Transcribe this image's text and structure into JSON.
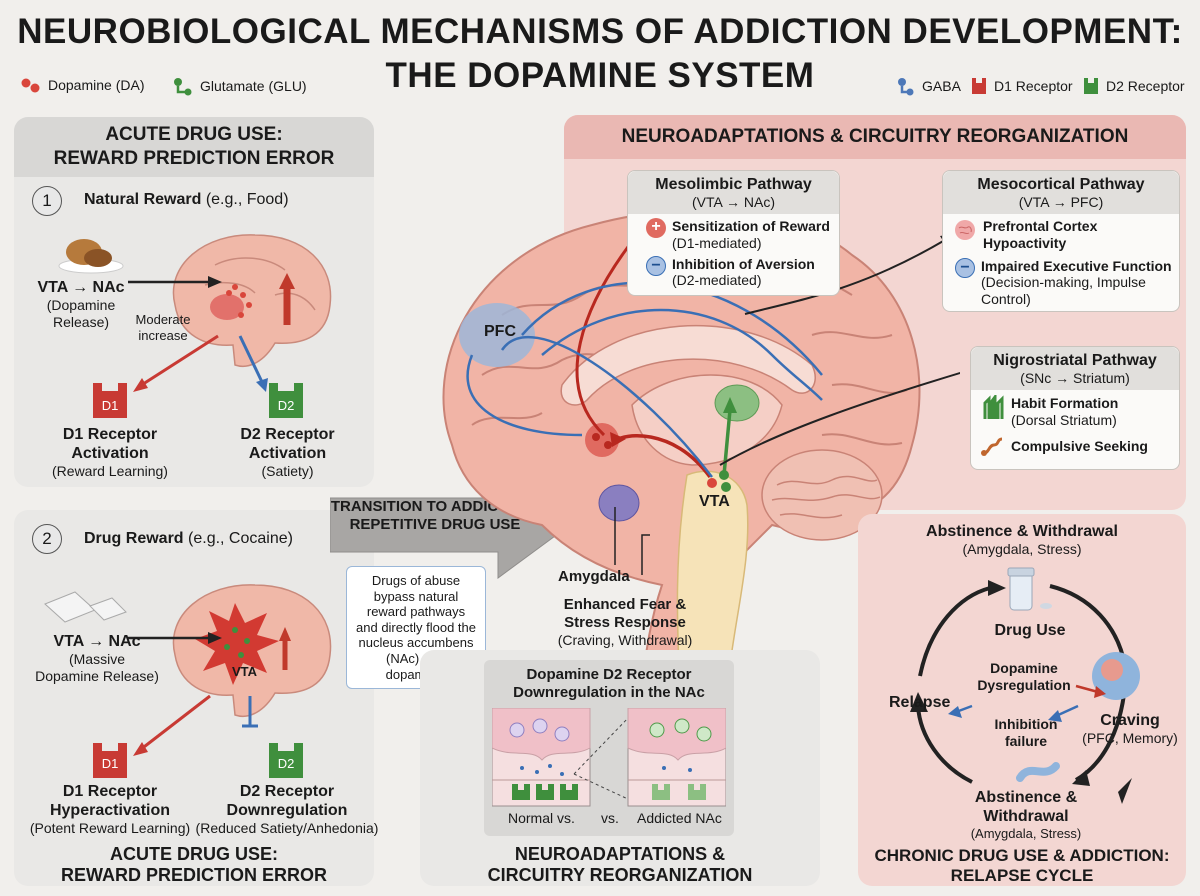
{
  "title": {
    "line1": "NEUROBIOLOGICAL MECHANISMS OF ADDICTION DEVELOPMENT:",
    "line2": "THE DOPAMINE SYSTEM"
  },
  "legend": {
    "dopamine": "Dopamine (DA)",
    "glutamate": "Glutamate (GLU)",
    "gaba": "GABA",
    "d1": "D1 Receptor",
    "d2": "D2 Receptor"
  },
  "colors": {
    "d1": "#c83a34",
    "d2": "#3f8f3d",
    "dopamine": "#d9463b",
    "gaba_blue": "#4d78b8"
  },
  "acute": {
    "header_line1": "ACUTE DRUG USE:",
    "header_line2": "REWARD PREDICTION ERROR",
    "natural": {
      "number": "1",
      "title": "Natural Reward",
      "example": " (e.g., Food)",
      "pathway": "VTA → NAc",
      "release_line1": "(Dopamine",
      "release_line2": "Release)",
      "increase_line1": "Moderate",
      "increase_line2": "increase",
      "d1_tag": "D1",
      "d2_tag": "D2",
      "d1_line1": "D1 Receptor",
      "d1_line2": "Activation",
      "d1_sub": "(Reward Learning)",
      "d2_line1": "D2 Receptor",
      "d2_line2": "Activation",
      "d2_sub": "(Satiety)"
    },
    "drug": {
      "number": "2",
      "title": "Drug Reward",
      "example": " (e.g., Cocaine)",
      "pathway": "VTA → NAc",
      "release_line1": "(Massive",
      "release_line2": "Dopamine Release)",
      "vta_label": "VTA",
      "d1_tag": "D1",
      "d2_tag": "D2",
      "d1_line1": "D1 Receptor",
      "d1_line2": "Hyperactivation",
      "d1_sub": "(Potent Reward Learning)",
      "d2_line1": "D2 Receptor",
      "d2_line2": "Downregulation",
      "d2_sub": "(Reduced Satiety/Anhedonia)"
    },
    "footer_line1": "ACUTE DRUG USE:",
    "footer_line2": "REWARD PREDICTION ERROR"
  },
  "transition": {
    "line1": "TRANSITION TO ADDICTION:",
    "line2": "REPETITIVE DRUG USE",
    "note": "Drugs of abuse bypass natural reward pathways and directly flood the nucleus accumbens (NAc) with dopamine."
  },
  "neuro": {
    "header": "NEUROADAPTATIONS & CIRCUITRY REORGANIZATION",
    "mesolimbic": {
      "title": "Mesolimbic Pathway",
      "sub": "(VTA → NAc)",
      "item1": "Sensitization of Reward",
      "item1_sub": "(D1-mediated)",
      "item2": "Inhibition of Aversion",
      "item2_sub": "(D2-mediated)"
    },
    "mesocortical": {
      "title": "Mesocortical Pathway",
      "sub": "(VTA → PFC)",
      "item1_line1": "Prefrontal Cortex",
      "item1_line2": "Hypoactivity",
      "item2": "Impaired Executive Function",
      "item2_sub": "(Decision-making, Impulse Control)"
    },
    "nigrostriatal": {
      "title": "Nigrostriatal Pathway",
      "sub": "(SNc → Striatum)",
      "item1": "Habit Formation",
      "item1_sub": "(Dorsal Striatum)",
      "item2": "Compulsive Seeking"
    },
    "labels": {
      "pfc": "PFC",
      "vta": "VTA",
      "amygdala": "Amygdala",
      "fear_line1": "Enhanced Fear &",
      "fear_line2": "Stress Response",
      "fear_sub": "(Craving, Withdrawal)"
    },
    "d2_panel": {
      "title_line1": "Dopamine D2 Receptor",
      "title_line2": "Downregulation in the NAc",
      "normal": "Normal vs.",
      "vs": "vs.",
      "addicted": "Addicted NAc"
    },
    "footer_line1": "NEUROADAPTATIONS &",
    "footer_line2": "CIRCUITRY REORGANIZATION"
  },
  "chronic": {
    "top_line1": "Abstinence & Withdrawal",
    "top_sub": "(Amygdala, Stress)",
    "drug_use": "Drug Use",
    "dys_line1": "Dopamine",
    "dys_line2": "Dysregulation",
    "relapse": "Relapse",
    "craving": "Craving",
    "craving_sub": "(PFC, Memory)",
    "inhib_line1": "Inhibition",
    "inhib_line2": "failure",
    "bottom_line1": "Abstinence &",
    "bottom_line2": "Withdrawal",
    "bottom_sub": "(Amygdala, Stress)",
    "footer_line1": "CHRONIC DRUG USE & ADDICTION:",
    "footer_line2": "RELAPSE CYCLE"
  }
}
